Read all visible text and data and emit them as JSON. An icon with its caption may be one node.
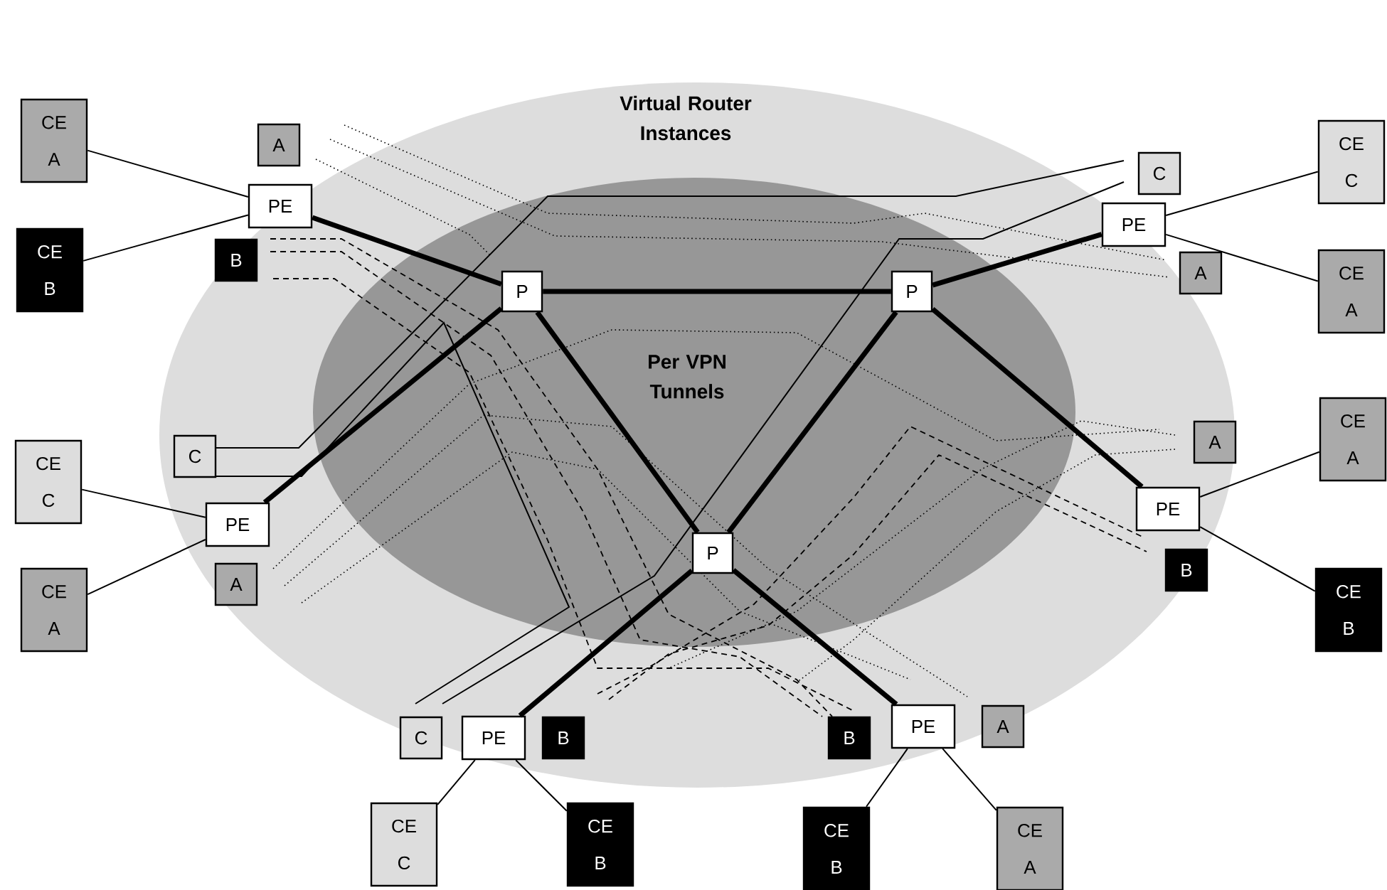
{
  "diagram": {
    "nodes": [
      {
        "text": [
          "Virtual Router Instances"
        ]
      },
      {
        "text": [
          "Per VPN Tunnels"
        ],
        "in": 0
      },
      {
        "text": [
          "CE A"
        ]
      },
      {
        "text": [
          "A"
        ]
      },
      {
        "text": [
          "PE"
        ]
      },
      {
        "text": [
          "CE B"
        ]
      },
      {
        "text": [
          "B"
        ],
        "in": 0
      },
      {
        "text": [
          "P"
        ],
        "in": 1
      },
      {
        "text": [
          "P"
        ],
        "in": 1
      },
      {
        "text": [
          "C"
        ]
      },
      {
        "text": [
          "CE C"
        ]
      },
      {
        "text": [
          "PE"
        ]
      },
      {
        "text": [
          "A"
        ]
      },
      {
        "text": [
          "CE A"
        ]
      },
      {
        "text": [
          "C"
        ],
        "in": 0
      },
      {
        "text": [
          "CE C"
        ]
      },
      {
        "text": [
          "PE"
        ],
        "in": 0
      },
      {
        "text": [
          "A"
        ],
        "in": 0
      },
      {
        "text": [
          "CE A"
        ]
      },
      {
        "text": [
          "CE A"
        ]
      },
      {
        "text": [
          "A"
        ],
        "in": 0
      },
      {
        "text": [
          "PE"
        ],
        "in": 0
      },
      {
        "text": [
          "B"
        ],
        "in": 0
      },
      {
        "text": [
          "CE B"
        ]
      },
      {
        "text": [
          "P"
        ],
        "in": 1
      },
      {
        "text": [
          "C"
        ]
      },
      {
        "text": [
          "PE"
        ],
        "in": 0
      },
      {
        "text": [
          "B"
        ],
        "in": 0
      },
      {
        "text": [
          "B"
        ],
        "in": 0
      },
      {
        "text": [
          "PE"
        ],
        "in": 0
      },
      {
        "text": [
          "A"
        ]
      },
      {
        "text": [
          "CE C"
        ]
      },
      {
        "text": [
          "CE B"
        ]
      },
      {
        "text": [
          "CE B"
        ]
      },
      {
        "text": [
          "CE A"
        ]
      }
    ],
    "edges": [
      {
        "from": 2,
        "to": 4,
        "arrow": "none"
      },
      {
        "from": 5,
        "to": 4,
        "arrow": "none"
      },
      {
        "from": 4,
        "to": 7,
        "arrow": "none",
        "style": "thick"
      },
      {
        "from": 7,
        "to": 8,
        "arrow": "none",
        "style": "thick"
      },
      {
        "from": 8,
        "to": 11,
        "arrow": "none",
        "style": "thick"
      },
      {
        "from": 11,
        "to": 10,
        "arrow": "none"
      },
      {
        "from": 11,
        "to": 13,
        "arrow": "none"
      },
      {
        "from": 15,
        "to": 16,
        "arrow": "none"
      },
      {
        "from": 18,
        "to": 16,
        "arrow": "none"
      },
      {
        "from": 16,
        "to": 7,
        "arrow": "none",
        "style": "thick"
      },
      {
        "from": 7,
        "to": 24,
        "arrow": "none",
        "style": "thick"
      },
      {
        "from": 8,
        "to": 24,
        "arrow": "none",
        "style": "thick"
      },
      {
        "from": 8,
        "to": 21,
        "arrow": "none",
        "style": "thick"
      },
      {
        "from": 21,
        "to": 19,
        "arrow": "none"
      },
      {
        "from": 21,
        "to": 23,
        "arrow": "none"
      },
      {
        "from": 24,
        "to": 26,
        "arrow": "none",
        "style": "thick"
      },
      {
        "from": 24,
        "to": 29,
        "arrow": "none",
        "style": "thick"
      },
      {
        "from": 26,
        "to": 31,
        "arrow": "none"
      },
      {
        "from": 26,
        "to": 32,
        "arrow": "none"
      },
      {
        "from": 29,
        "to": 33,
        "arrow": "none"
      },
      {
        "from": 29,
        "to": 34,
        "arrow": "none"
      }
    ]
  }
}
